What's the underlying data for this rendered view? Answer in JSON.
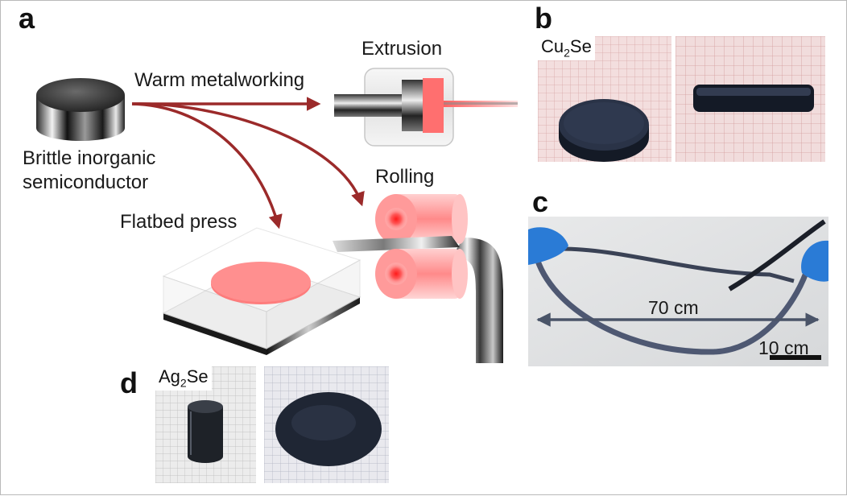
{
  "panels": {
    "a": "a",
    "b": "b",
    "c": "c",
    "d": "d"
  },
  "panel_a": {
    "source_label_line1": "Brittle inorganic",
    "source_label_line2": "semiconductor",
    "process_label": "Warm metalworking",
    "extrusion_label": "Extrusion",
    "rolling_label": "Rolling",
    "flatbed_label": "Flatbed press"
  },
  "panel_b": {
    "material_prefix": "Cu",
    "material_sub": "2",
    "material_suffix": "Se"
  },
  "panel_c": {
    "length_label": "70 cm",
    "scalebar_label": "10 cm"
  },
  "panel_d": {
    "material_prefix": "Ag",
    "material_sub": "2",
    "material_suffix": "Se"
  },
  "colors": {
    "arrow": "#9b2a2a",
    "glow": "#ff5a5a",
    "grid_line": "#c98a8a",
    "dark_sample": "#1d2433",
    "measure_arrow": "#4a5468"
  }
}
